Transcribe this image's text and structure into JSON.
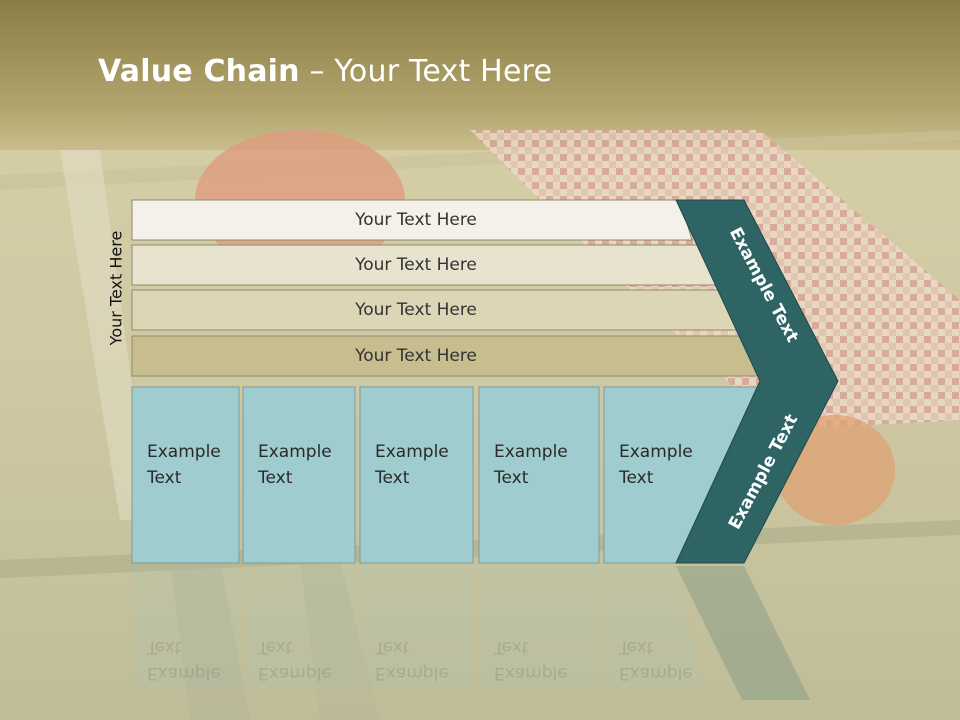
{
  "title": {
    "bold": "Value Chain",
    "rest": " – Your Text Here"
  },
  "side_label": "Your Text Here",
  "bars": [
    {
      "label": "Your Text Here",
      "color": "#f3f1e9"
    },
    {
      "label": "Your Text Here",
      "color": "#e8e3cf"
    },
    {
      "label": "Your Text Here",
      "color": "#ddd6b6"
    },
    {
      "label": "Your Text Here",
      "color": "#c7bd8e"
    }
  ],
  "columns": [
    {
      "line1": "Example",
      "line2": "Text"
    },
    {
      "line1": "Example",
      "line2": "Text"
    },
    {
      "line1": "Example",
      "line2": "Text"
    },
    {
      "line1": "Example",
      "line2": "Text"
    },
    {
      "line1": "Example",
      "line2": "Text"
    }
  ],
  "chevron": {
    "top_label": "Example Text",
    "bottom_label": "Example Text",
    "color": "#2e6464"
  },
  "colors": {
    "header": "#a99b62",
    "column": "#9fcdcf"
  }
}
